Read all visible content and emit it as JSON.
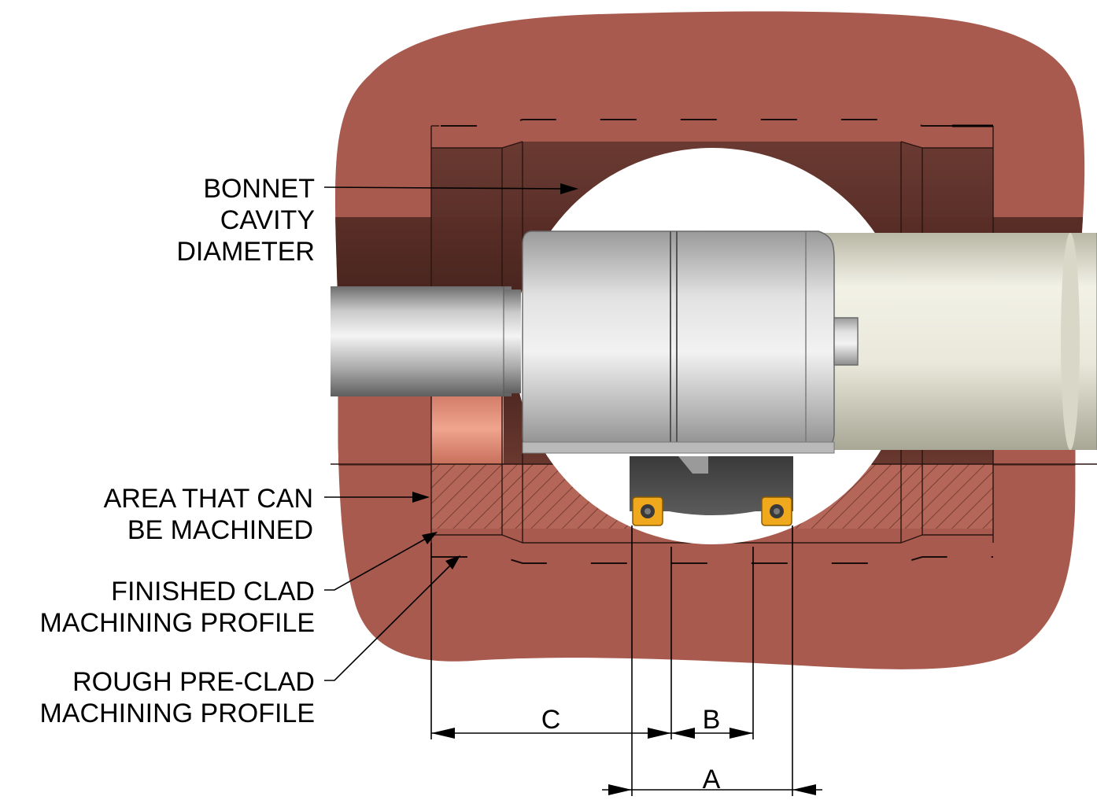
{
  "labels": {
    "bonnet_1": "BONNET",
    "bonnet_2": "CAVITY",
    "bonnet_3": "DIAMETER",
    "area_1": "AREA THAT CAN",
    "area_2": "BE MACHINED",
    "finished_1": "FINISHED CLAD",
    "finished_2": "MACHINING PROFILE",
    "rough_1": "ROUGH PRE-CLAD",
    "rough_2": "MACHINING PROFILE"
  },
  "dimensions": {
    "a": "A",
    "b": "B",
    "c": "C"
  },
  "colors": {
    "body": "#a85a4e",
    "cavity_dark": "#4a2620",
    "hatch": "#b86a5c",
    "steel_light": "#e6e6e6",
    "steel_dark": "#8a8a8a",
    "cream": "#eceadc",
    "insert": "#f0a81c"
  }
}
